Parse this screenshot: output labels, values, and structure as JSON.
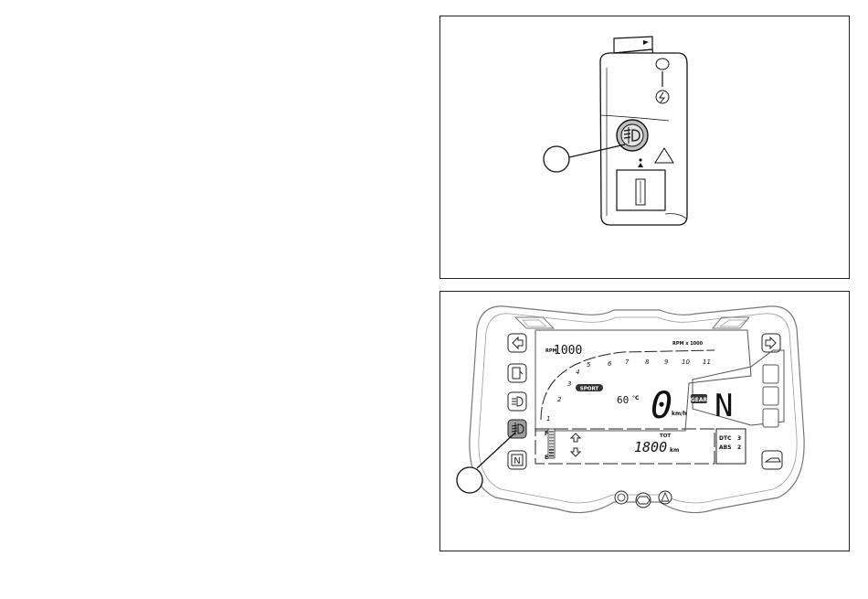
{
  "top_figure": {},
  "dashboard": {
    "rpm_prefix": "RPM",
    "rpm_value": "1000",
    "rpm_scale": "RPM x 1000",
    "tach_ticks": [
      "1",
      "2",
      "3",
      "4",
      "5",
      "6",
      "7",
      "8",
      "9",
      "10",
      "11"
    ],
    "temperature": "60",
    "temperature_unit": "°C",
    "riding_mode": "SPORT",
    "speed": "0",
    "speed_unit": "km/h",
    "gear_label": "GEAR",
    "gear_value": "N",
    "fuel_full": "F",
    "fuel_empty": "E",
    "odometer_label": "TOT",
    "odometer_value": "1800",
    "odometer_unit": "km",
    "dtc_label": "DTC",
    "dtc_value": "3",
    "abs_label": "ABS",
    "abs_value": "2",
    "n_indicator": "N"
  }
}
